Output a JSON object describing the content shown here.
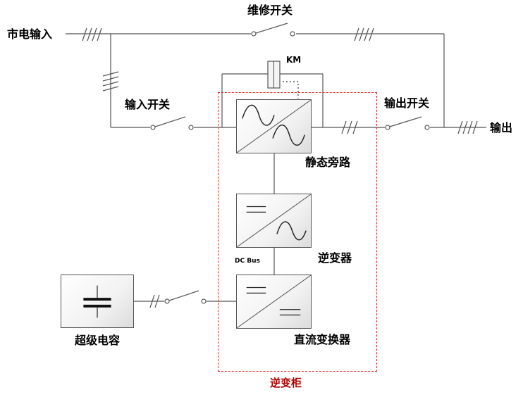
{
  "labels": {
    "maintenance_switch": "维修开关",
    "mains_input": "市电输入",
    "km": "KM",
    "input_switch": "输入开关",
    "output_switch": "输出开关",
    "output": "输出",
    "static_bypass": "静态旁路",
    "inverter": "逆变器",
    "dc_bus": "DC Bus",
    "supercapacitor": "超级电容",
    "dc_converter": "直流变换器",
    "inverter_cabinet": "逆变柜"
  },
  "colors": {
    "line": "#555555",
    "frame": "#e8262b",
    "caption": "#b00000",
    "text": "#000000"
  }
}
